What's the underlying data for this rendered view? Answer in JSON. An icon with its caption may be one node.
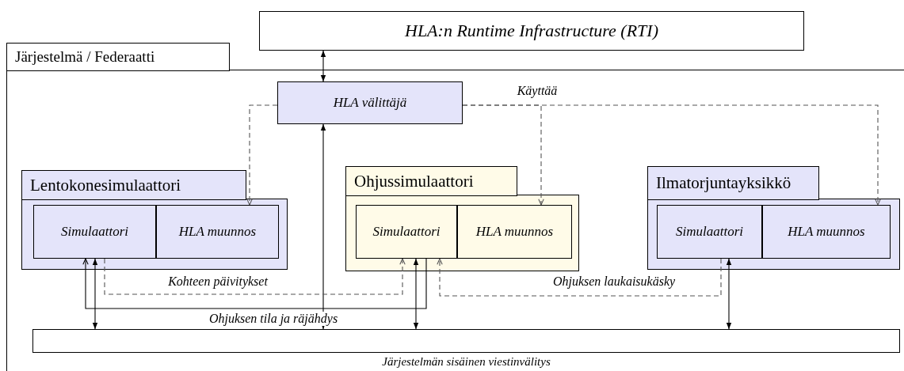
{
  "diagram": {
    "nodes": [
      {
        "text": [
          "HLA:n Runtime Infrastructure (RTI)"
        ]
      },
      {
        "text": [
          "Järjestelmä / Federaatti"
        ]
      },
      {
        "text": [
          "HLA välittäjä"
        ],
        "in": 1
      },
      {
        "text": [
          "Lentokonesimulaattori"
        ],
        "in": 1
      },
      {
        "text": [
          "Simulaattori"
        ],
        "in": 3
      },
      {
        "text": [
          "HLA muunnos"
        ],
        "in": 3
      },
      {
        "text": [
          "Ohjussimulaattori"
        ],
        "in": 1
      },
      {
        "text": [
          "Simulaattori"
        ],
        "in": 6
      },
      {
        "text": [
          "HLA muunnos"
        ],
        "in": 6
      },
      {
        "text": [
          "Ilmatorjuntayksikkö"
        ],
        "in": 1
      },
      {
        "text": [
          "Simulaattori"
        ],
        "in": 9
      },
      {
        "text": [
          "HLA muunnos"
        ],
        "in": 9
      },
      {
        "text": [
          "Järjestelmän sisäinen viestinvälitys"
        ],
        "in": 1
      }
    ],
    "edges": [
      {
        "from": 0,
        "to": 2,
        "arrow": "both"
      },
      {
        "from": 2,
        "to": 5,
        "arrow": "to",
        "style": "dashed"
      },
      {
        "from": 2,
        "to": 8,
        "arrow": "to",
        "style": "dashed",
        "label": "Käyttää"
      },
      {
        "from": 2,
        "to": 11,
        "arrow": "to",
        "style": "dashed"
      },
      {
        "from": 2,
        "to": 12,
        "arrow": "both"
      },
      {
        "from": 4,
        "to": 12,
        "arrow": "both"
      },
      {
        "from": 4,
        "to": 7,
        "arrow": "to",
        "style": "dashed",
        "label": "Kohteen päivitykset"
      },
      {
        "from": 7,
        "to": 12,
        "arrow": "both"
      },
      {
        "from": 7,
        "to": 4,
        "arrow": "to",
        "label": "Ohjuksen tila ja räjähdys"
      },
      {
        "from": 10,
        "to": 7,
        "arrow": "to",
        "style": "dashed",
        "label": "Ohjuksen laukaisukäsky"
      },
      {
        "from": 10,
        "to": 12,
        "arrow": "both"
      }
    ]
  }
}
